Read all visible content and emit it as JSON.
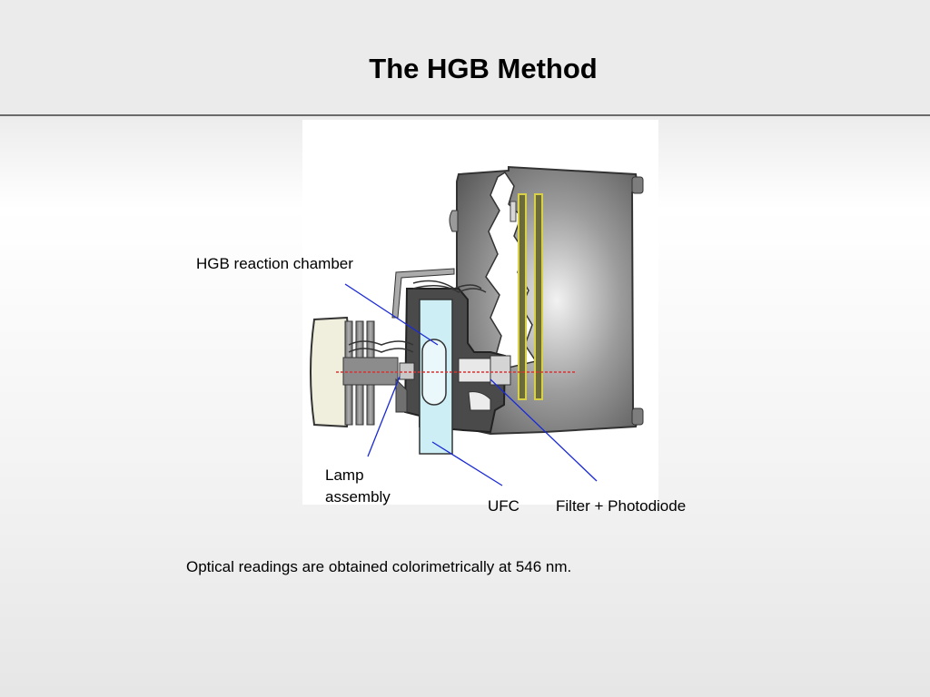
{
  "slide": {
    "title": "The HGB Method",
    "caption": "Optical readings are obtained colorimetrically at 546 nm."
  },
  "labels": {
    "hgb_reaction_chamber": "HGB reaction chamber",
    "lamp_assembly": "Lamp assembly",
    "ufc": "UFC",
    "filter_photodiode": "Filter + Photodiode"
  },
  "colors": {
    "pointer_lines": "#1a2ad6",
    "light_path": "#e03030",
    "cuvette": "#cdeef5",
    "housing_dark": "#4a4a4a"
  }
}
